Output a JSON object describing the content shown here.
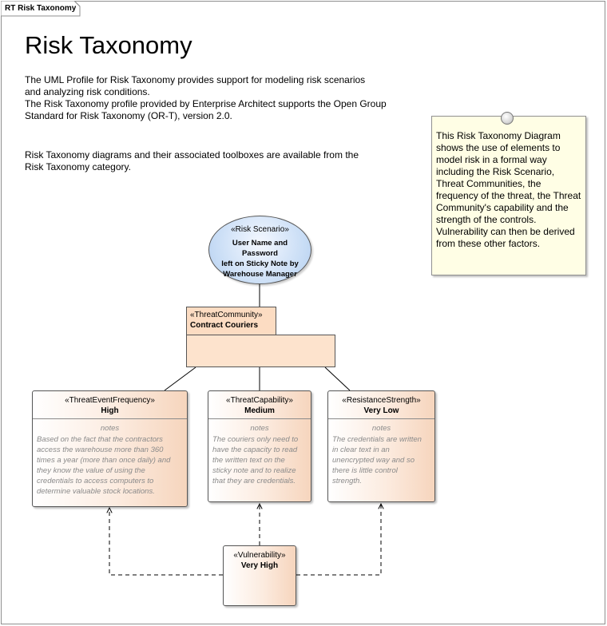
{
  "diagram_tab": {
    "label": "RT Risk Taxonomy"
  },
  "header": {
    "title": "Risk Taxonomy",
    "paragraphs": [
      "The UML Profile for Risk Taxonomy  provides support for modeling risk scenarios",
      "and analyzing risk conditions.",
      "The Risk Taxonomy profile provided by Enterprise Architect supports the Open Group",
      "Standard for Risk Taxonomy (OR-T), version 2.0.",
      "Risk Taxonomy diagrams and their associated toolboxes are available from the",
      "Risk Taxonomy category."
    ]
  },
  "note": {
    "lines": [
      "This Risk Taxonomy Diagram",
      "shows the use of elements to",
      "model risk in a formal way",
      "including the Risk Scenario,",
      "Threat Communities, the",
      "frequency of the threat, the Threat",
      "Community's capability and the",
      "strength of the controls.",
      "Vulnerability can then be derived",
      "from these other factors."
    ]
  },
  "elements": {
    "risk_scenario": {
      "stereotype": "«Risk Scenario»",
      "name_lines": [
        "User Name and Password",
        "left on Sticky Note by",
        "Warehouse Manager"
      ]
    },
    "threat_community": {
      "stereotype": "«ThreatCommunity»",
      "name": "Contract Couriers"
    },
    "threat_event_frequency": {
      "stereotype": "«ThreatEventFrequency»",
      "name": "High",
      "notes_label": "notes",
      "notes_lines": [
        "Based on the fact that the contractors",
        "access the warehouse more than 360",
        "times a year (more than once daily) and",
        "they know the value of using the",
        "credentials to access computers to",
        "determine valuable stock locations."
      ]
    },
    "threat_capability": {
      "stereotype": "«ThreatCapability»",
      "name": "Medium",
      "notes_label": "notes",
      "notes_lines": [
        "The couriers only need to",
        "have the capacity to read",
        "the written text on the",
        "sticky note and to realize",
        "that they are credentials."
      ]
    },
    "resistance_strength": {
      "stereotype": "«ResistanceStrength»",
      "name": "Very Low",
      "notes_label": "notes",
      "notes_lines": [
        "The credentials are written",
        "in clear text in an",
        "unencrypted way and so",
        "there is little control",
        "strength."
      ]
    },
    "vulnerability": {
      "stereotype": "«Vulnerability»",
      "name": "Very High"
    }
  },
  "colors": {
    "ellipse_fill": "#c7dcf5",
    "class_fill": "#f6d5bd",
    "note_fill": "#fffee5",
    "notes_text": "#8a8a8a"
  }
}
